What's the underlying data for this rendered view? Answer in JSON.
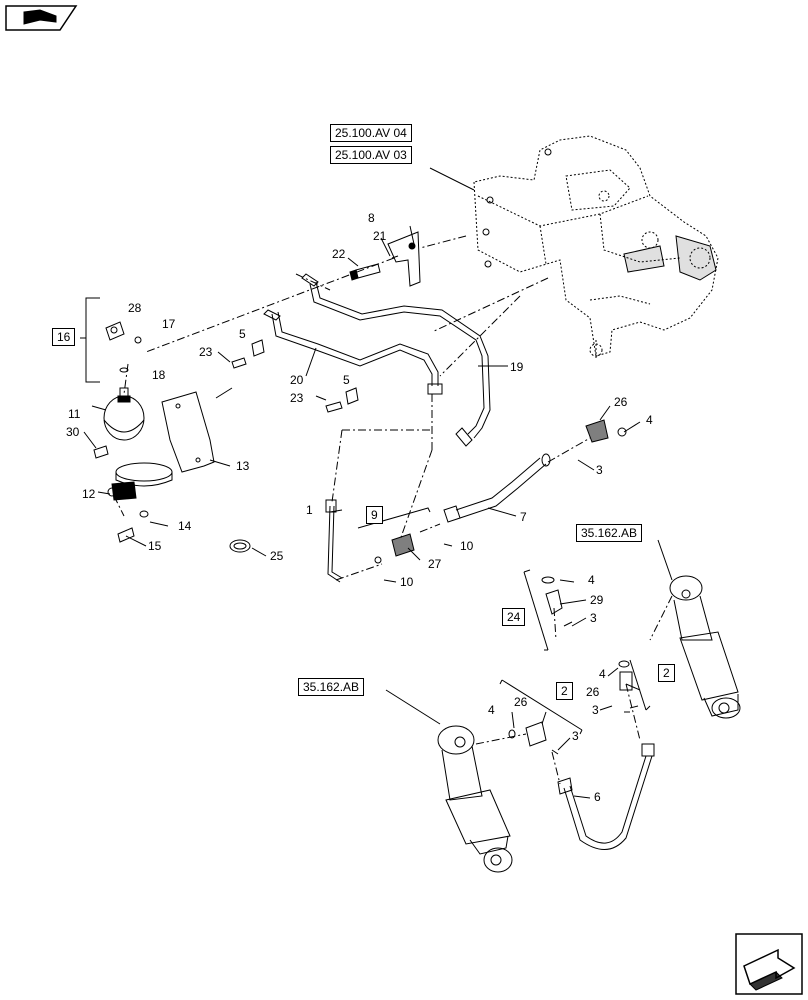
{
  "references": {
    "ref_25100av04": "25.100.AV 04",
    "ref_25100av03": "25.100.AV 03",
    "ref_35162ab_right": "35.162.AB",
    "ref_35162ab_left": "35.162.AB"
  },
  "group_boxes": {
    "g16": "16",
    "g9": "9",
    "g24": "24",
    "g2_right": "2",
    "g2_mid": "2"
  },
  "callouts": {
    "c1": "1",
    "c3a": "3",
    "c3b": "3",
    "c3c": "3",
    "c3d": "3",
    "c4a": "4",
    "c4b": "4",
    "c4c": "4",
    "c4d": "4",
    "c5a": "5",
    "c5b": "5",
    "c6": "6",
    "c7": "7",
    "c8": "8",
    "c10a": "10",
    "c10b": "10",
    "c11": "11",
    "c12": "12",
    "c13": "13",
    "c14": "14",
    "c15": "15",
    "c17": "17",
    "c18": "18",
    "c19": "19",
    "c20": "20",
    "c21": "21",
    "c22": "22",
    "c23a": "23",
    "c23b": "23",
    "c25": "25",
    "c26a": "26",
    "c26b": "26",
    "c26c": "26",
    "c27": "27",
    "c28": "28",
    "c29": "29",
    "c30": "30"
  },
  "icons": {
    "top_left": "book-icon",
    "bottom_right": "next-page-arrow-icon"
  }
}
